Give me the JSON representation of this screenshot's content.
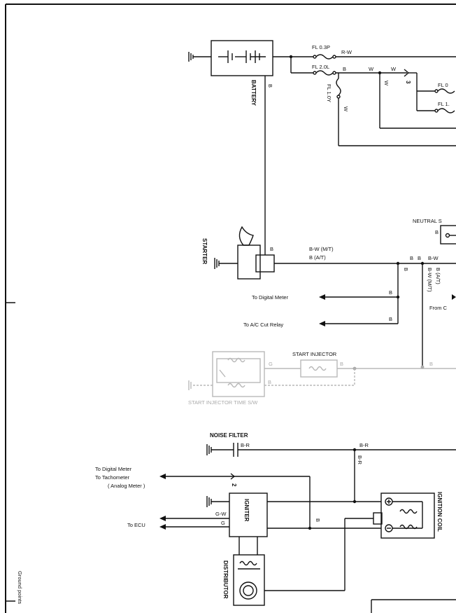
{
  "battery": {
    "label": "BATTERY",
    "wire": "B"
  },
  "fusible_links": [
    {
      "label": "FL 0.3P",
      "wire": "R-W"
    },
    {
      "label": "FL 2.0L",
      "wire": "B"
    },
    {
      "label": "FL 1.0Y",
      "wire": "W"
    }
  ],
  "top_wires": {
    "w1": "W",
    "w2": "W",
    "w3": "W",
    "conn": "3",
    "fl_a": "FL 0",
    "fl_b": "FL 1."
  },
  "starter": {
    "label": "STARTER",
    "wire": "B"
  },
  "starter_feed": {
    "mt": "B-W (M/T)",
    "at": "B (A/T)",
    "b1": "B",
    "b2": "B",
    "b3": "B",
    "bw": "B-W"
  },
  "neutral": {
    "label": "NEUTRAL S",
    "wire": "B",
    "mt": "B-W (M/T)",
    "at": "B (A/T)",
    "from": "From C"
  },
  "to_digital_meter": {
    "label": "To Digital Meter",
    "wire": "B"
  },
  "to_ac_cut": {
    "label": "To A/C Cut Relay",
    "wire": "B"
  },
  "start_injector": {
    "label": "START INJECTOR",
    "wire_g": "G",
    "wire_b": "B",
    "wire_b2": "B",
    "wire_b3": "B"
  },
  "injector_timer": {
    "label": "START INJECTOR TIME S/W"
  },
  "noise_filter": {
    "label": "NOISE FILTER",
    "wire1": "B-R",
    "wire2": "B-R",
    "wire3": "B-R"
  },
  "meters_feed": {
    "line1": "To Digital Meter",
    "line2": "To Tachometer",
    "line3": "( Analog Meter )",
    "conn": "2"
  },
  "igniter": {
    "label": "IGNITER",
    "wire_gw": "G-W",
    "wire_g": "G",
    "wire_b": "B"
  },
  "to_ecu": {
    "label": "To ECU"
  },
  "ignition_coil": {
    "label": "IGNITION COIL"
  },
  "distributor": {
    "label": "DISTRIBUTOR"
  },
  "side_note": {
    "label": "Ground points"
  }
}
